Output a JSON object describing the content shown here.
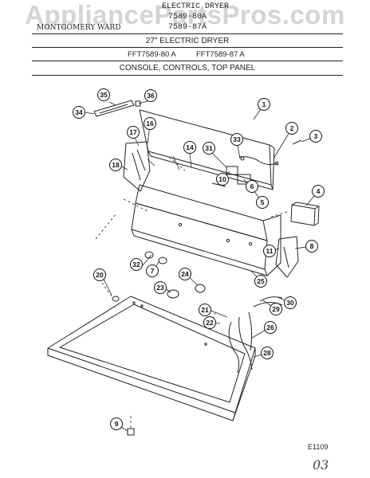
{
  "watermark": "AppliancePartsPros.com",
  "header": {
    "line1": "ELECTRIC DRYER",
    "line2": "7589-80A",
    "line3_left": "MONTGOMERY WARD",
    "line3_right": "7589-87A",
    "title": "27\" ELECTRIC DRYER",
    "model_a": "FFT7589-80 A",
    "model_b": "FFT7589-87 A",
    "section": "CONSOLE, CONTROLS, TOP PANEL"
  },
  "figure_code": "E1109",
  "page_mark": "03",
  "callouts": [
    "1",
    "2",
    "3",
    "4",
    "5",
    "6",
    "7",
    "8",
    "9",
    "10",
    "11",
    "14",
    "16",
    "17",
    "18",
    "20",
    "21",
    "22",
    "23",
    "24",
    "25",
    "26",
    "28",
    "29",
    "30",
    "31",
    "32",
    "33",
    "34",
    "35",
    "36"
  ]
}
